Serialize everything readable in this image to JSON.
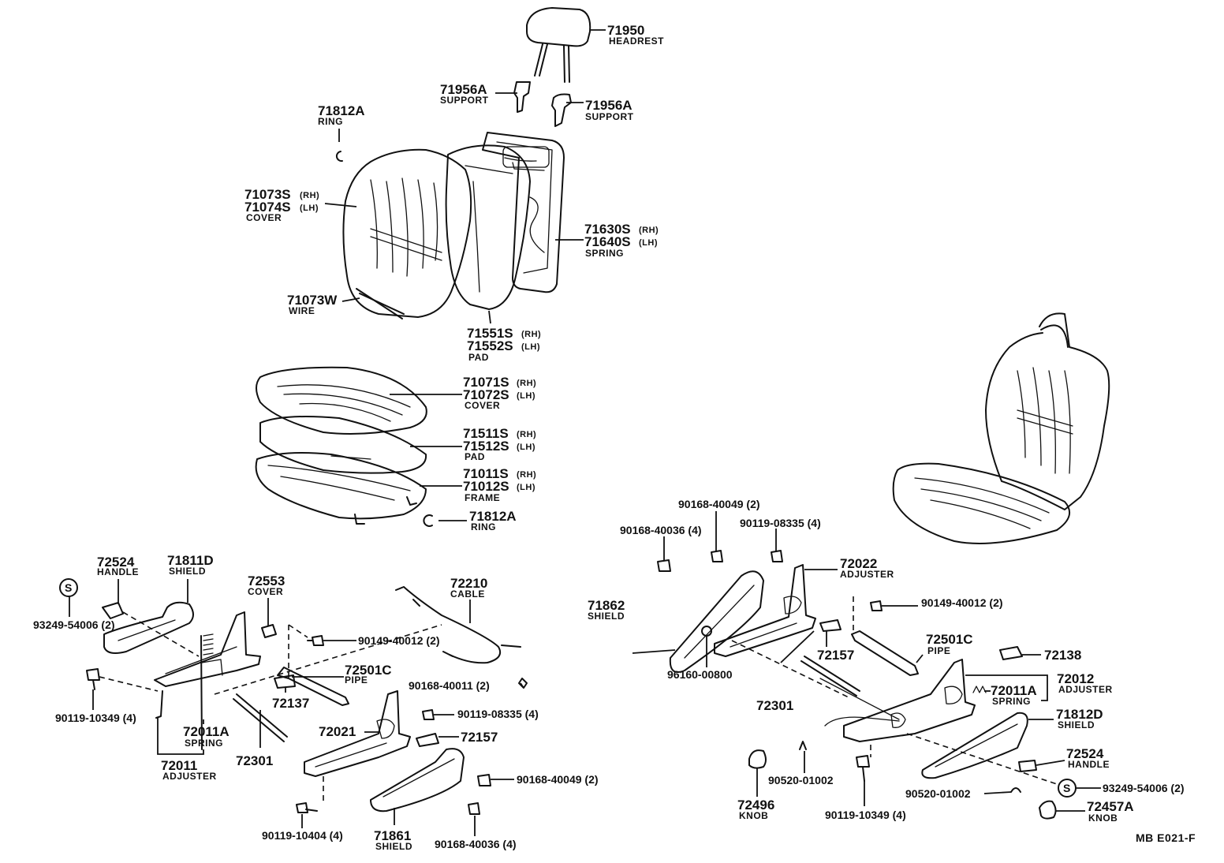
{
  "diagram": {
    "reference": "MB  E021-F",
    "callouts": {
      "headrest": {
        "number": "71950",
        "name": "HEADREST"
      },
      "support_left": {
        "number": "71956A",
        "name": "SUPPORT"
      },
      "support_right": {
        "number": "71956A",
        "name": "SUPPORT"
      },
      "ring_top": {
        "number": "71812A",
        "name": "RING"
      },
      "back_cover": {
        "number_rh": "71073S",
        "side_rh": "(RH)",
        "number_lh": "71074S",
        "side_lh": "(LH)",
        "name": "COVER"
      },
      "back_spring": {
        "number_rh": "71630S",
        "side_rh": "(RH)",
        "number_lh": "71640S",
        "side_lh": "(LH)",
        "name": "SPRING"
      },
      "wire": {
        "number": "71073W",
        "name": "WIRE"
      },
      "back_pad": {
        "number_rh": "71551S",
        "side_rh": "(RH)",
        "number_lh": "71552S",
        "side_lh": "(LH)",
        "name": "PAD"
      },
      "cushion_cover": {
        "number_rh": "71071S",
        "side_rh": "(RH)",
        "number_lh": "71072S",
        "side_lh": "(LH)",
        "name": "COVER"
      },
      "cushion_pad": {
        "number_rh": "71511S",
        "side_rh": "(RH)",
        "number_lh": "71512S",
        "side_lh": "(LH)",
        "name": "PAD"
      },
      "cushion_frame": {
        "number_rh": "71011S",
        "side_rh": "(RH)",
        "number_lh": "71012S",
        "side_lh": "(LH)",
        "name": "FRAME"
      },
      "ring_bottom": {
        "number": "71812A",
        "name": "RING"
      },
      "handle_left": {
        "number": "72524",
        "name": "HANDLE"
      },
      "shield_71811d": {
        "number": "71811D",
        "name": "SHIELD"
      },
      "cover_72553": {
        "number": "72553",
        "name": "COVER"
      },
      "cable": {
        "number": "72210",
        "name": "CABLE"
      },
      "screw_s_left": {
        "number": "93249-54006 (2)",
        "symbol": "S"
      },
      "bolt_90149_left": {
        "number": "90149-40012 (2)"
      },
      "pipe_left": {
        "number": "72501C",
        "name": "PIPE"
      },
      "clip_90168_40011": {
        "number": "90168-40011 (2)"
      },
      "bolt_90119_10349_left": {
        "number": "90119-10349 (4)"
      },
      "part_72137": {
        "number": "72137"
      },
      "bolt_90119_08335_left": {
        "number": "90119-08335 (4)"
      },
      "spring_left": {
        "number": "72011A",
        "name": "SPRING"
      },
      "adjuster_left": {
        "number": "72011",
        "name": "ADJUSTER"
      },
      "adjuster_72021": {
        "number": "72021"
      },
      "part_72157_left": {
        "number": "72157"
      },
      "rod_72301_left": {
        "number": "72301"
      },
      "bolt_90168_40049_left": {
        "number": "90168-40049 (2)"
      },
      "bolt_90119_10404": {
        "number": "90119-10404 (4)"
      },
      "shield_71861": {
        "number": "71861",
        "name": "SHIELD"
      },
      "bolt_90168_40036_left": {
        "number": "90168-40036 (4)"
      },
      "bolt_90168_40049_right": {
        "number": "90168-40049 (2)"
      },
      "bolt_90168_40036_right": {
        "number": "90168-40036 (4)"
      },
      "bolt_90119_08335_right": {
        "number": "90119-08335 (4)"
      },
      "adjuster_72022": {
        "number": "72022",
        "name": "ADJUSTER"
      },
      "shield_71862": {
        "number": "71862",
        "name": "SHIELD"
      },
      "bolt_90149_right": {
        "number": "90149-40012 (2)"
      },
      "pipe_right": {
        "number": "72501C",
        "name": "PIPE"
      },
      "part_72157_right": {
        "number": "72157"
      },
      "part_72138": {
        "number": "72138"
      },
      "washer_96160": {
        "number": "96160-00800"
      },
      "rod_72301_right": {
        "number": "72301"
      },
      "spring_right": {
        "number": "72011A",
        "name": "SPRING"
      },
      "adjuster_72012": {
        "number": "72012",
        "name": "ADJUSTER"
      },
      "shield_71812d": {
        "number": "71812D",
        "name": "SHIELD"
      },
      "handle_right": {
        "number": "72524",
        "name": "HANDLE"
      },
      "clip_90520_left": {
        "number": "90520-01002"
      },
      "clip_90520_right": {
        "number": "90520-01002"
      },
      "screw_s_right": {
        "number": "93249-54006 (2)",
        "symbol": "S"
      },
      "knob_72496": {
        "number": "72496",
        "name": "KNOB"
      },
      "bolt_90119_10349_right": {
        "number": "90119-10349 (4)"
      },
      "knob_72457a": {
        "number": "72457A",
        "name": "KNOB"
      }
    }
  }
}
